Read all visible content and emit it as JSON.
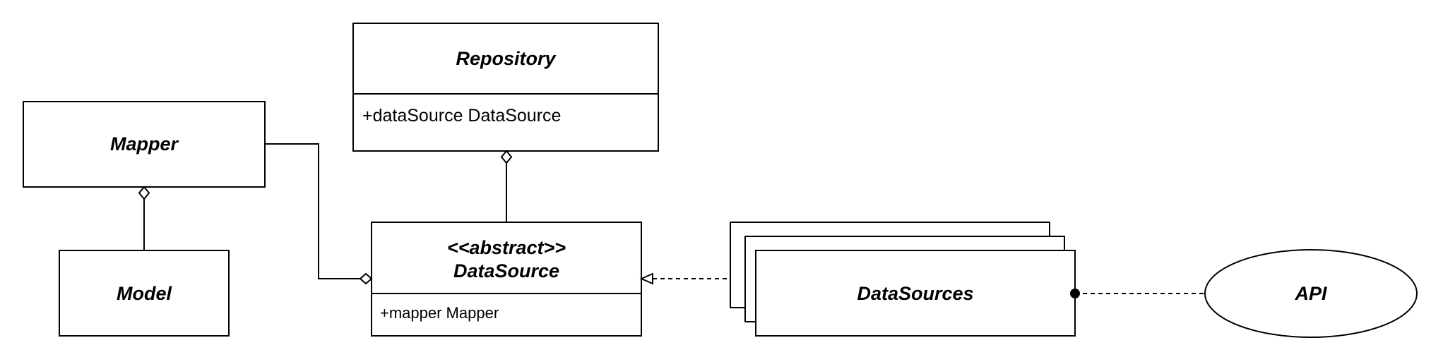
{
  "diagram": {
    "repository": {
      "title": "Repository",
      "attribute": "+dataSource DataSource"
    },
    "mapper": {
      "title": "Mapper"
    },
    "model": {
      "title": "Model"
    },
    "datasource": {
      "stereotype": "<<abstract>>",
      "title": "DataSource",
      "attribute": "+mapper Mapper"
    },
    "datasources": {
      "title": "DataSources"
    },
    "api": {
      "title": "API"
    }
  }
}
